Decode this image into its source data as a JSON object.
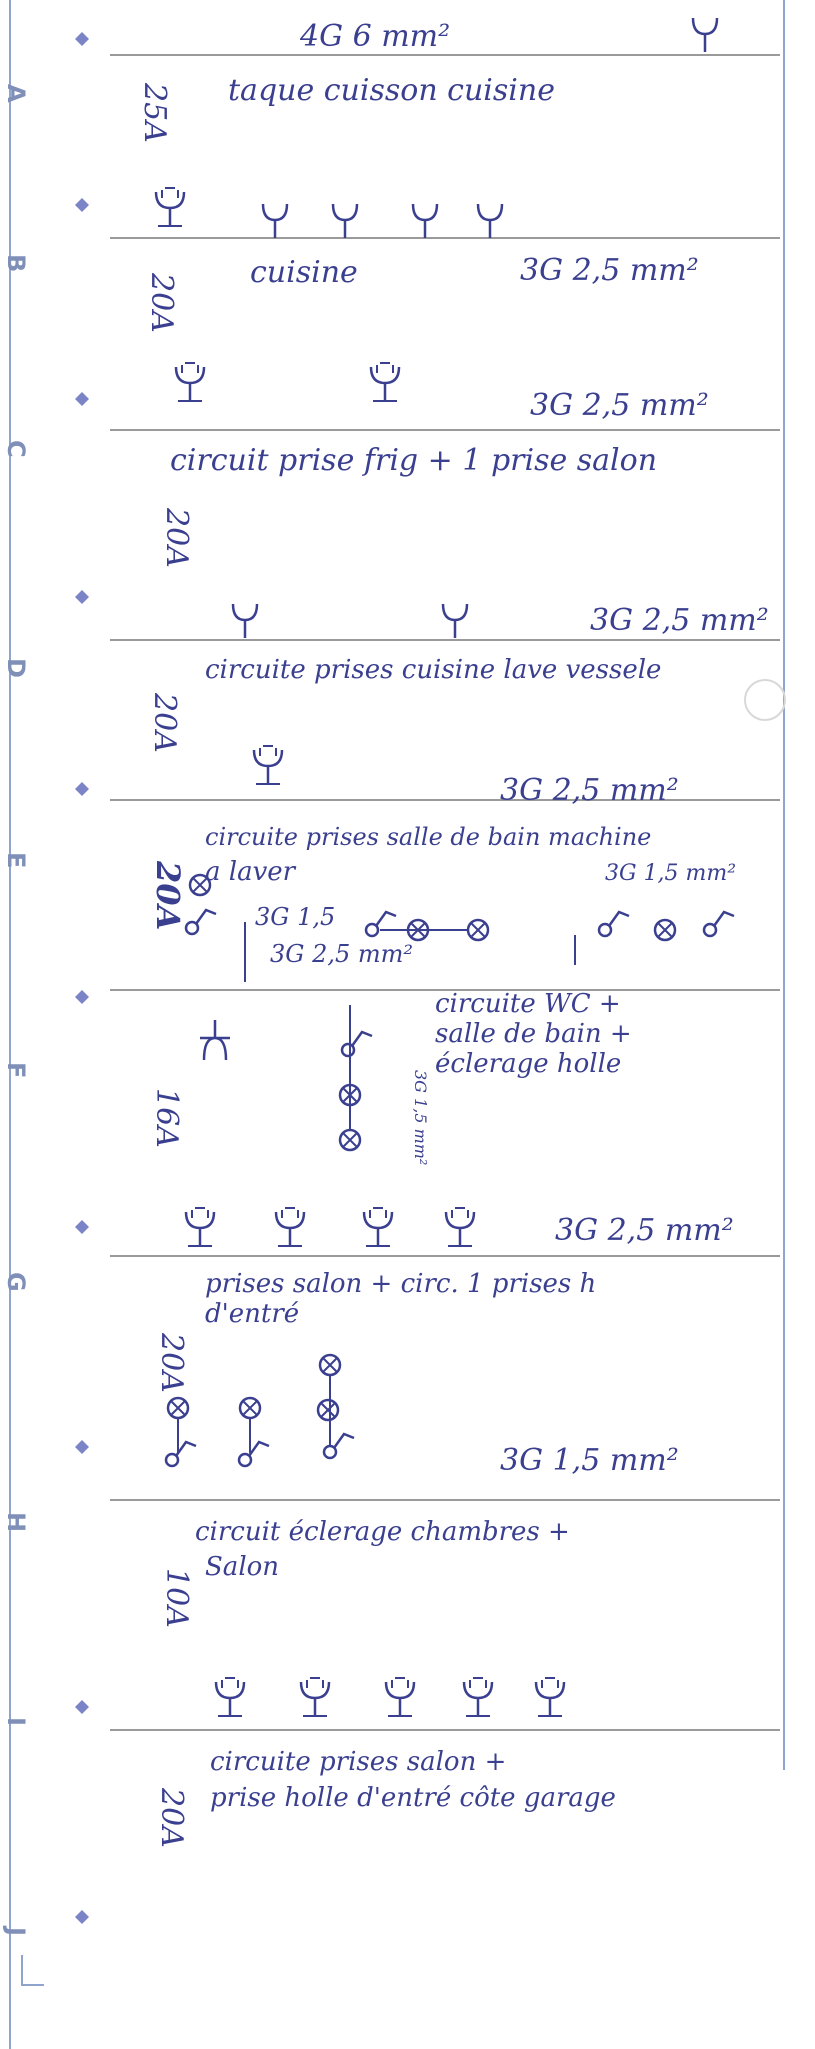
{
  "colors": {
    "ink": "#3a3f8f",
    "border": "#8fa4cf",
    "marker": "#7c84c8",
    "rule": "#9a9a9a"
  },
  "margin_letters": [
    "A",
    "B",
    "C",
    "D",
    "E",
    "F",
    "G",
    "H",
    "I",
    "J"
  ],
  "circuits": [
    {
      "id": "A",
      "rating": "25A",
      "cable": "4G 6 mm²",
      "desc": [
        "taque cuisson cuisine"
      ]
    },
    {
      "id": "B",
      "rating": "20A",
      "cable": "3G 2,5 mm²",
      "desc": [
        "cuisine"
      ]
    },
    {
      "id": "C",
      "rating": "20A",
      "cable": "3G 2,5 mm²",
      "desc": [
        "circuit prise frig + 1 prise salon"
      ]
    },
    {
      "id": "D",
      "rating": "20A",
      "cable": "3G 2,5 mm²",
      "desc": [
        "circuite prises cuisine  lave vessele"
      ]
    },
    {
      "id": "E",
      "rating": "20A",
      "cable": "3G 2,5 mm²",
      "desc": [
        "circuite prises salle de bain machine",
        "a laver"
      ]
    },
    {
      "id": "F",
      "rating": "16A",
      "cable": "3G 2,5 mm²",
      "desc": [
        "circuite WC +",
        "salle de bain +",
        "éclerage holle"
      ]
    },
    {
      "id": "G",
      "rating": "20A",
      "cable": "3G 2,5 mm²",
      "desc": [
        "prises salon + circ. 1 prises h",
        "d'entré"
      ]
    },
    {
      "id": "H",
      "rating": "10A",
      "cable": "3G 1,5 mm²",
      "desc": [
        "circuit éclerage chambres +",
        "Salon"
      ]
    },
    {
      "id": "I",
      "rating": "20A",
      "cable": "",
      "desc": [
        "circuite prises salon +",
        "prise holle d'entré côte garage"
      ]
    }
  ],
  "extra_labels": {
    "f_left_cable": "3G 1,5",
    "f_mid_cable": "3G 2,5 mm²",
    "f_right_cable": "3G 1,5 mm²",
    "f_vertical_cable": "3G 1,5 mm²"
  }
}
